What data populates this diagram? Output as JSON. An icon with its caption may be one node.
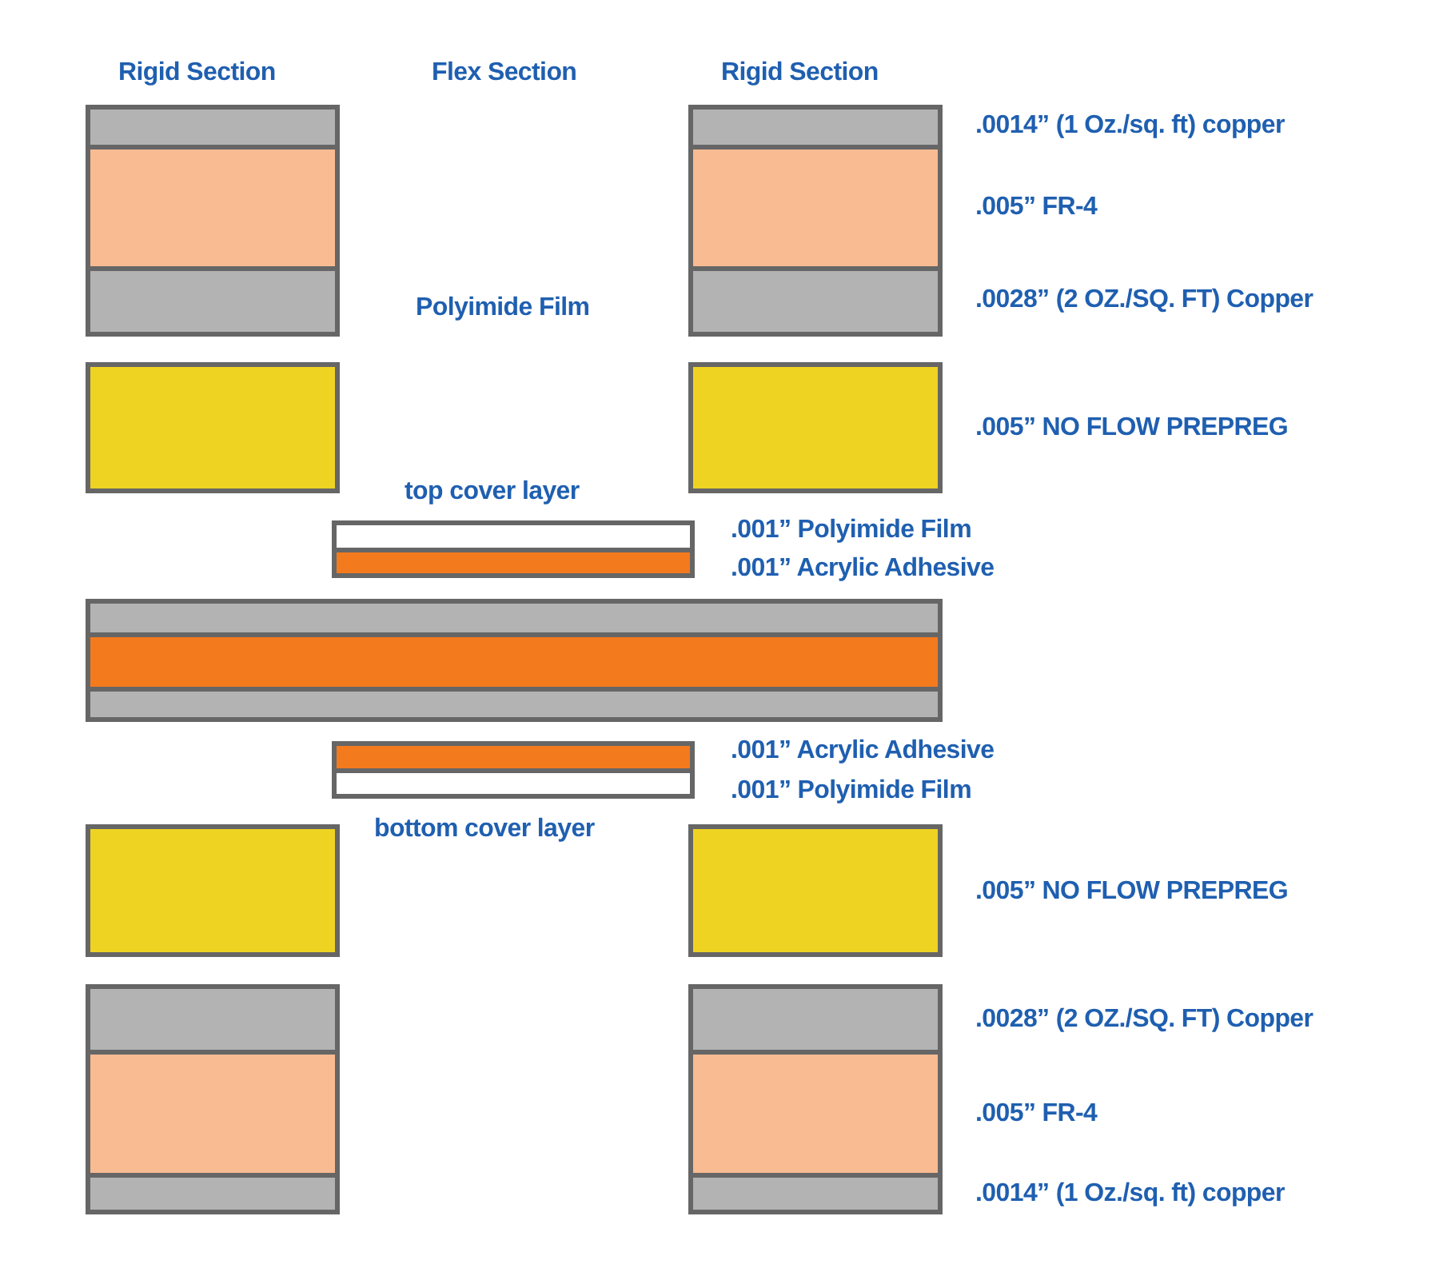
{
  "diagram": {
    "labels": [
      "Rigid Section",
      "Flex Section",
      "Rigid Section",
      ".0014” (1 Oz./sq. ft) copper",
      ".005” FR-4",
      "Polyimide Film",
      ".0028” (2 OZ./SQ. FT) Copper",
      ".005” NO FLOW PREPREG",
      "top cover layer",
      ".001” Polyimide Film",
      ".001” Acrylic Adhesive",
      ".001” Acrylic Adhesive",
      ".001” Polyimide Film",
      "bottom cover layer",
      ".005” NO FLOW PREPREG",
      ".0028” (2 OZ./SQ. FT) Copper",
      ".005” FR-4",
      ".0014” (1 Oz./sq. ft) copper"
    ]
  }
}
